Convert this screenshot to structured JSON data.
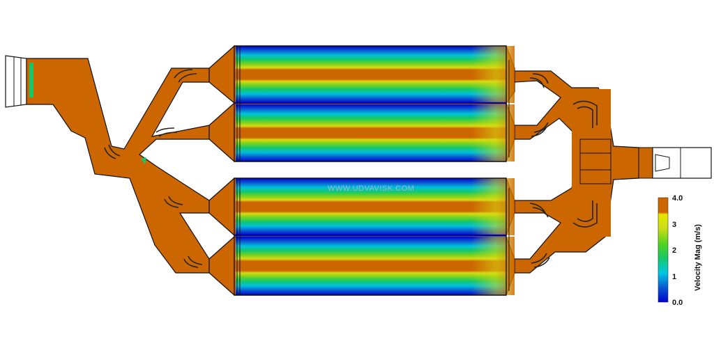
{
  "watermark": "WWW.UDVAVISK.COM",
  "colorbar": {
    "title": "Velocity Mag (m/s)",
    "ticks": [
      "4.0",
      "3",
      "2",
      "1",
      "0.0"
    ],
    "colors": [
      "#0000cc",
      "#0a5ad2",
      "#00c8e0",
      "#14c86a",
      "#55d21e",
      "#c8dc14",
      "#e8e800",
      "#cc6600"
    ]
  },
  "palette": {
    "high": "#cc6600",
    "outline": "#111111",
    "blade": "#222222",
    "bar_low": "#0000cc"
  }
}
